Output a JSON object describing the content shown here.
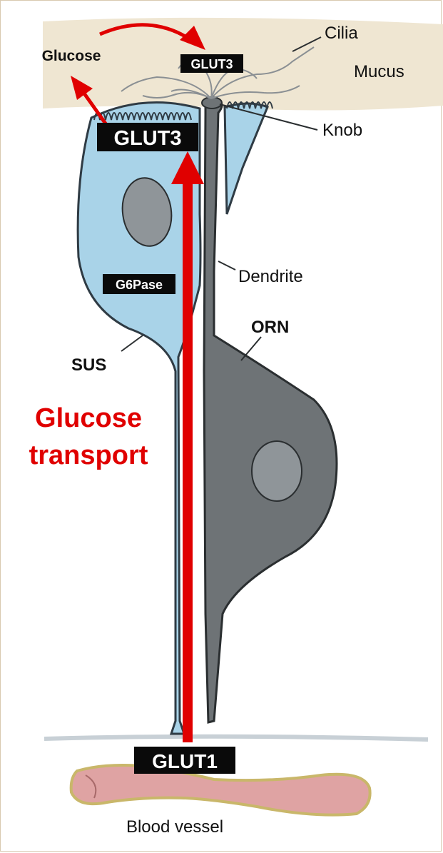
{
  "labels": {
    "cilia": "Cilia",
    "mucus": "Mucus",
    "glucose": "Glucose",
    "knob": "Knob",
    "dendrite": "Dendrite",
    "orn": "ORN",
    "sus": "SUS",
    "blood_vessel": "Blood vessel",
    "glucose_transport_line1": "Glucose",
    "glucose_transport_line2": "transport"
  },
  "badges": {
    "glut3_top": "GLUT3",
    "glut3_sus": "GLUT3",
    "g6pase": "G6Pase",
    "glut1": "GLUT1"
  },
  "colors": {
    "mucus": "#efe6d2",
    "sus_cell": "#a9d3e8",
    "orn_cell": "#6e7376",
    "nucleus": "#8f9599",
    "blood_vessel": "#dfa3a3",
    "vessel_outline": "#c9b76a",
    "arrow": "#e00000",
    "badge_bg": "#0a0a0a",
    "badge_text": "#ffffff"
  }
}
